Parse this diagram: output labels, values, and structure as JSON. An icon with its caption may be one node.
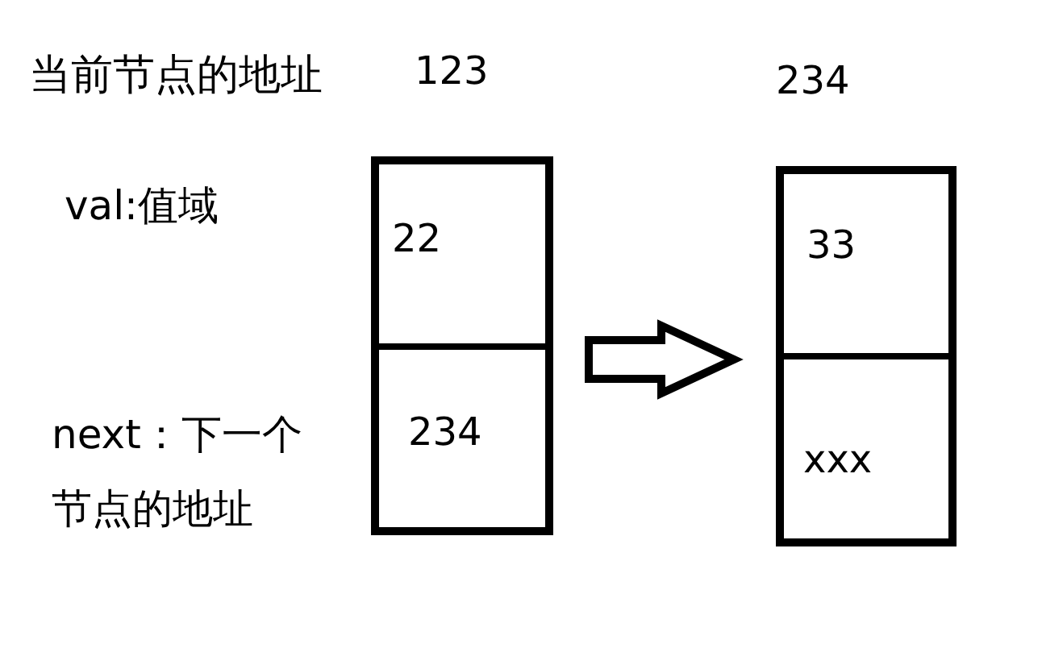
{
  "diagram": {
    "nodes": [
      {
        "text": [],
        "shape": "box",
        "beside": [
          "123"
        ]
      },
      {
        "text": [
          "22"
        ],
        "in": 0
      },
      {
        "text": [
          "234"
        ],
        "in": 0
      },
      {
        "text": [],
        "shape": "box",
        "beside": [
          "234"
        ]
      },
      {
        "text": [
          "33"
        ],
        "in": 3
      },
      {
        "text": [
          "xxx"
        ],
        "in": 3
      }
    ],
    "edges": [
      {
        "from": 0,
        "to": 3,
        "arrow": "to"
      }
    ],
    "labels": [
      "当前节点的地址",
      "val:值域",
      "next：下一个节点的地址"
    ]
  }
}
